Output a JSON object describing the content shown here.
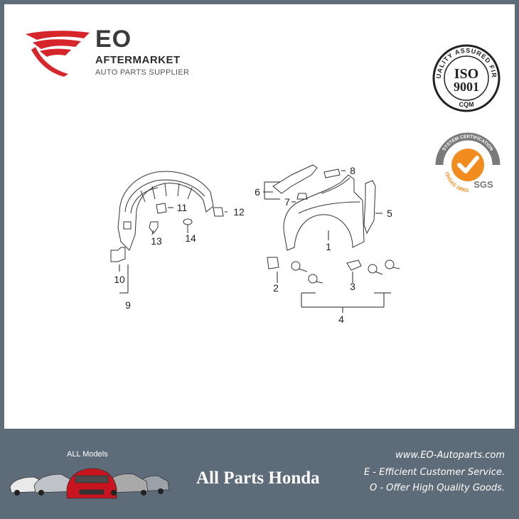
{
  "brand": {
    "name": "EO",
    "line1": "AFTERMARKET",
    "line2": "AUTO PARTS SUPPLIER",
    "accent_color": "#d6262b"
  },
  "badges": {
    "iso_top_text": "QUALITY ASSURED FIRM",
    "iso_main": "ISO",
    "iso_number": "9001",
    "iso_bottom": "CQM",
    "sgs_top_text": "SYSTEM CERTIFICATION",
    "sgs_side_text": "OHSAS 18001",
    "sgs_mark": "SGS",
    "sgs_color": "#f28c1e"
  },
  "diagram": {
    "callouts": [
      "1",
      "2",
      "3",
      "4",
      "5",
      "6",
      "7",
      "8",
      "9",
      "10",
      "11",
      "12",
      "13",
      "14"
    ]
  },
  "footer": {
    "models_label": "ALL Models",
    "title": "All Parts Honda",
    "website": "www.EO-Autoparts.com",
    "tagline1": "E - Efficient Customer Service.",
    "tagline2": "O - Offer High Quality Goods."
  }
}
